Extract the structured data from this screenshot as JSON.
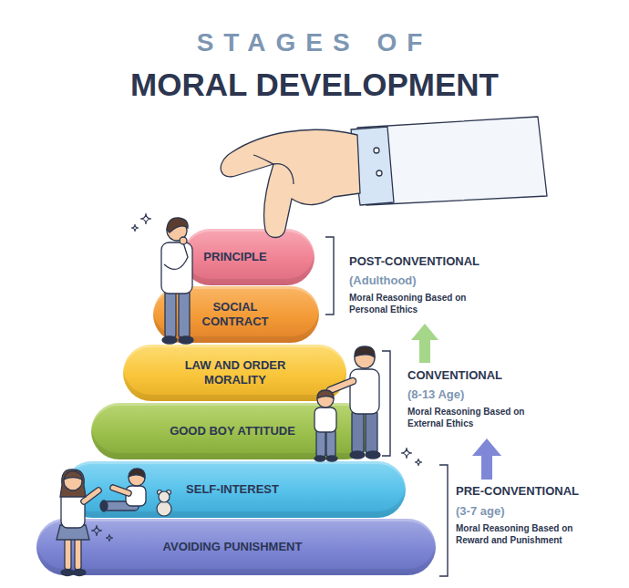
{
  "diagram": {
    "title": "STAGES OF MORAL DEVELOPMENT",
    "nodes": [
      {
        "text": [
          "PRINCIPLE"
        ]
      },
      {
        "text": [
          "SOCIAL CONTRACT"
        ]
      },
      {
        "text": [
          "LAW AND ORDER MORALITY"
        ]
      },
      {
        "text": [
          "GOOD BOY ATTITUDE"
        ]
      },
      {
        "text": [
          "SELF-INTEREST"
        ]
      },
      {
        "text": [
          "AVOIDING PUNISHMENT"
        ]
      }
    ],
    "labels": [
      "POST-CONVENTIONAL",
      "(Adulthood)",
      "Moral Reasoning Based on Personal Ethics",
      "CONVENTIONAL",
      "(8-13 Age)",
      "Moral Reasoning Based on External Ethics",
      "PRE-CONVENTIONAL",
      "(3-7 age)",
      "Moral Reasoning Based on Reward and Punishment"
    ]
  }
}
